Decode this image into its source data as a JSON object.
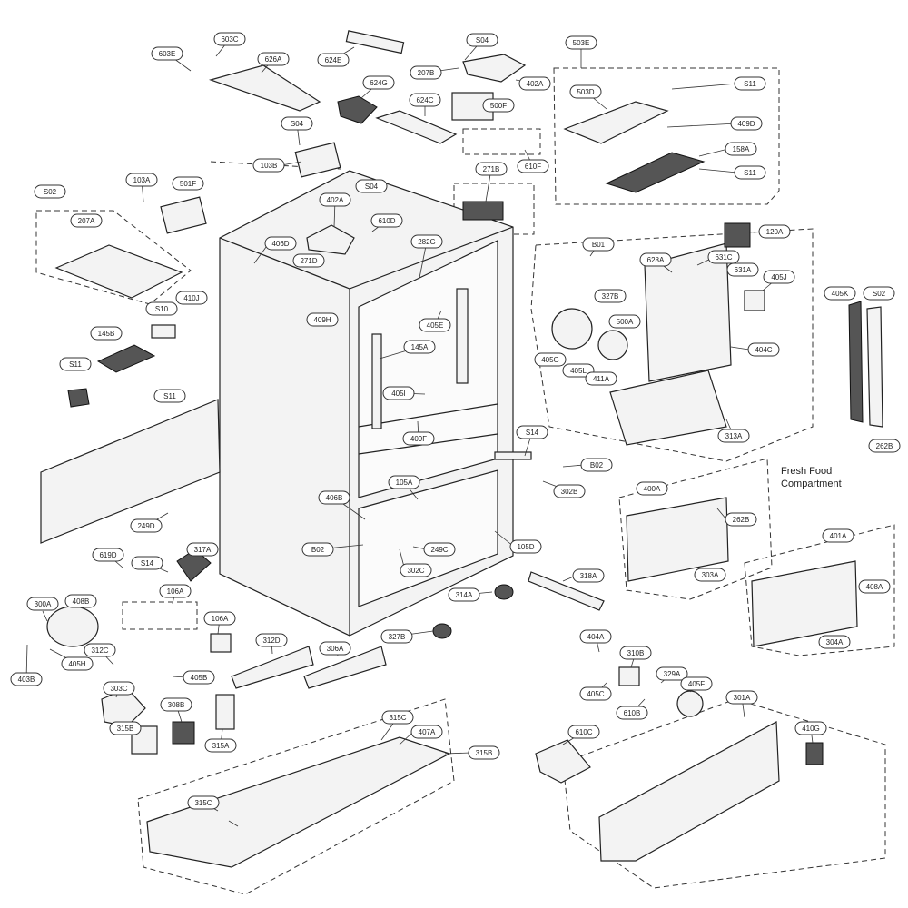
{
  "caption": {
    "line1": "Fresh Food",
    "line2": "Compartment"
  },
  "labels": [
    "603E",
    "603C",
    "626A",
    "624E",
    "S04",
    "207B",
    "402A",
    "503E",
    "624G",
    "624C",
    "500F",
    "503D",
    "S11",
    "409D",
    "S04",
    "103B",
    "610F",
    "158A",
    "S11",
    "271B",
    "S04",
    "103A",
    "501F",
    "S02",
    "207A",
    "402A",
    "610D",
    "406D",
    "282G",
    "120A",
    "B01",
    "271D",
    "409H",
    "628A",
    "631C",
    "631A",
    "405J",
    "405K",
    "S02",
    "410J",
    "S10",
    "405E",
    "327B",
    "500A",
    "145B",
    "145A",
    "404C",
    "405G",
    "405L",
    "411A",
    "S11",
    "405I",
    "313A",
    "S11",
    "409F",
    "262B",
    "S14",
    "B02",
    "302B",
    "400A",
    "262B",
    "406B",
    "105A",
    "249D",
    "B02",
    "249C",
    "105D",
    "318A",
    "619D",
    "317A",
    "S14",
    "302C",
    "401A",
    "408A",
    "303A",
    "106A",
    "314A",
    "300A",
    "408B",
    "304A",
    "106A",
    "327B",
    "312C",
    "312D",
    "306A",
    "405H",
    "404A",
    "310B",
    "403B",
    "303C",
    "405B",
    "329A",
    "405F",
    "405C",
    "610B",
    "301A",
    "308B",
    "315B",
    "315C",
    "407A",
    "610C",
    "410G",
    "315A",
    "315B",
    "315C"
  ]
}
